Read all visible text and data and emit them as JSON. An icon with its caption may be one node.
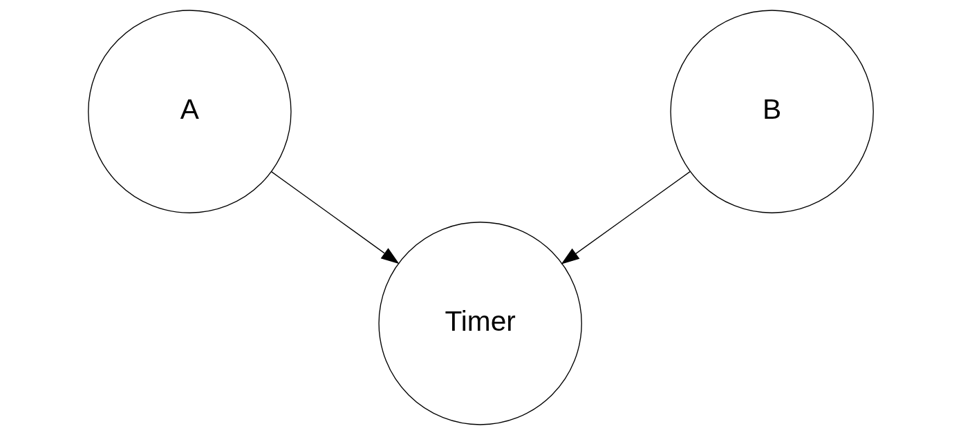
{
  "diagram": {
    "nodes": [
      {
        "text": [
          "A"
        ]
      },
      {
        "text": [
          "B"
        ]
      },
      {
        "text": [
          "Timer"
        ]
      }
    ],
    "edges": [
      {
        "from": 0,
        "to": 2,
        "arrow": "to"
      },
      {
        "from": 1,
        "to": 2,
        "arrow": "to"
      }
    ]
  }
}
